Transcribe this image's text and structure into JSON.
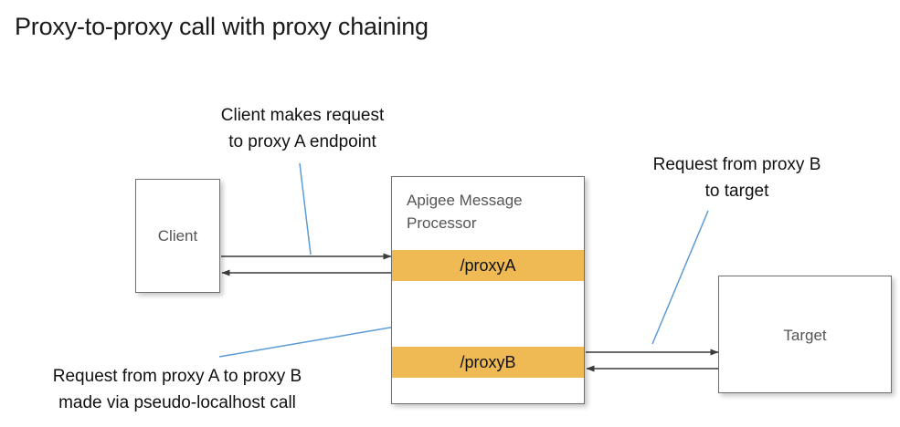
{
  "title": "Proxy-to-proxy call with proxy chaining",
  "colors": {
    "band": "#efb954",
    "box_border": "#6f6f6f",
    "arrow": "#3b3b3b",
    "leader": "#5b9bd5",
    "text": "#111111",
    "node_text": "#555555"
  },
  "nodes": {
    "client": {
      "label": "Client"
    },
    "target": {
      "label": "Target"
    },
    "message_processor": {
      "title": "Apigee Message\nProcessor",
      "bands": [
        {
          "label": "/proxyA"
        },
        {
          "label": "/proxyB"
        }
      ]
    }
  },
  "annotations": [
    {
      "text": "Client makes request\nto proxy A endpoint"
    },
    {
      "text": "Request from proxy B\nto target"
    },
    {
      "text": "Request from proxy A to proxy B\nmade via pseudo-localhost call"
    }
  ],
  "flows": [
    {
      "name": "client-to-proxya-request",
      "from": "Client",
      "to": "/proxyA",
      "direction": "right"
    },
    {
      "name": "proxya-to-client-response",
      "from": "/proxyA",
      "to": "Client",
      "direction": "left"
    },
    {
      "name": "proxya-to-proxyb-request",
      "from": "/proxyA",
      "to": "/proxyB",
      "direction": "down"
    },
    {
      "name": "proxyb-to-proxya-response",
      "from": "/proxyB",
      "to": "/proxyA",
      "direction": "up"
    },
    {
      "name": "proxyb-to-target-request",
      "from": "/proxyB",
      "to": "Target",
      "direction": "right"
    },
    {
      "name": "target-to-proxyb-response",
      "from": "Target",
      "to": "/proxyB",
      "direction": "left"
    }
  ]
}
